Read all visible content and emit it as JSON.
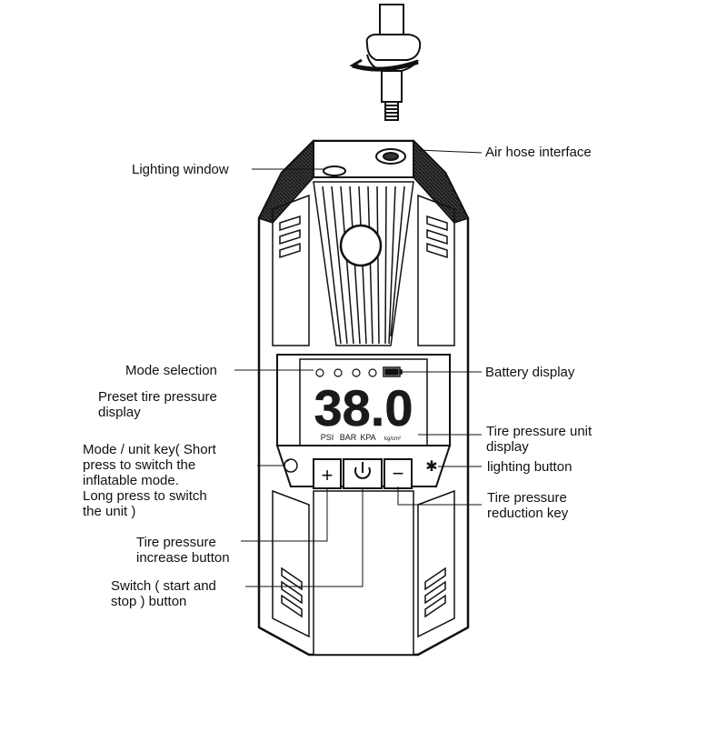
{
  "labels": {
    "lighting_window": "Lighting window",
    "air_hose_interface": "Air hose interface",
    "mode_selection": "Mode selection",
    "battery_display": "Battery  display",
    "preset_tire_pressure_display": "Preset tire pressure\ndisplay",
    "tire_pressure_unit_display": "Tire pressure unit\ndisplay",
    "mode_unit_key": "Mode / unit key( Short\npress to switch the\ninflatable mode.\nLong press to switch\nthe unit )",
    "lighting_button": "lighting button",
    "tire_pressure_reduction_key": "Tire pressure\nreduction key",
    "tire_pressure_increase_button": "Tire pressure\nincrease button",
    "switch_button": "Switch ( start and\nstop ) button"
  },
  "display": {
    "reading": "38.0",
    "units": [
      "PSI",
      "BAR",
      "KPA",
      "kg/cm²"
    ]
  },
  "keys": {
    "plus": "+",
    "minus": "−",
    "light": "✱"
  },
  "colors": {
    "line": "#111111",
    "body_dark": "#2a2a2a",
    "lcd_digits": "#1a1a1a"
  }
}
